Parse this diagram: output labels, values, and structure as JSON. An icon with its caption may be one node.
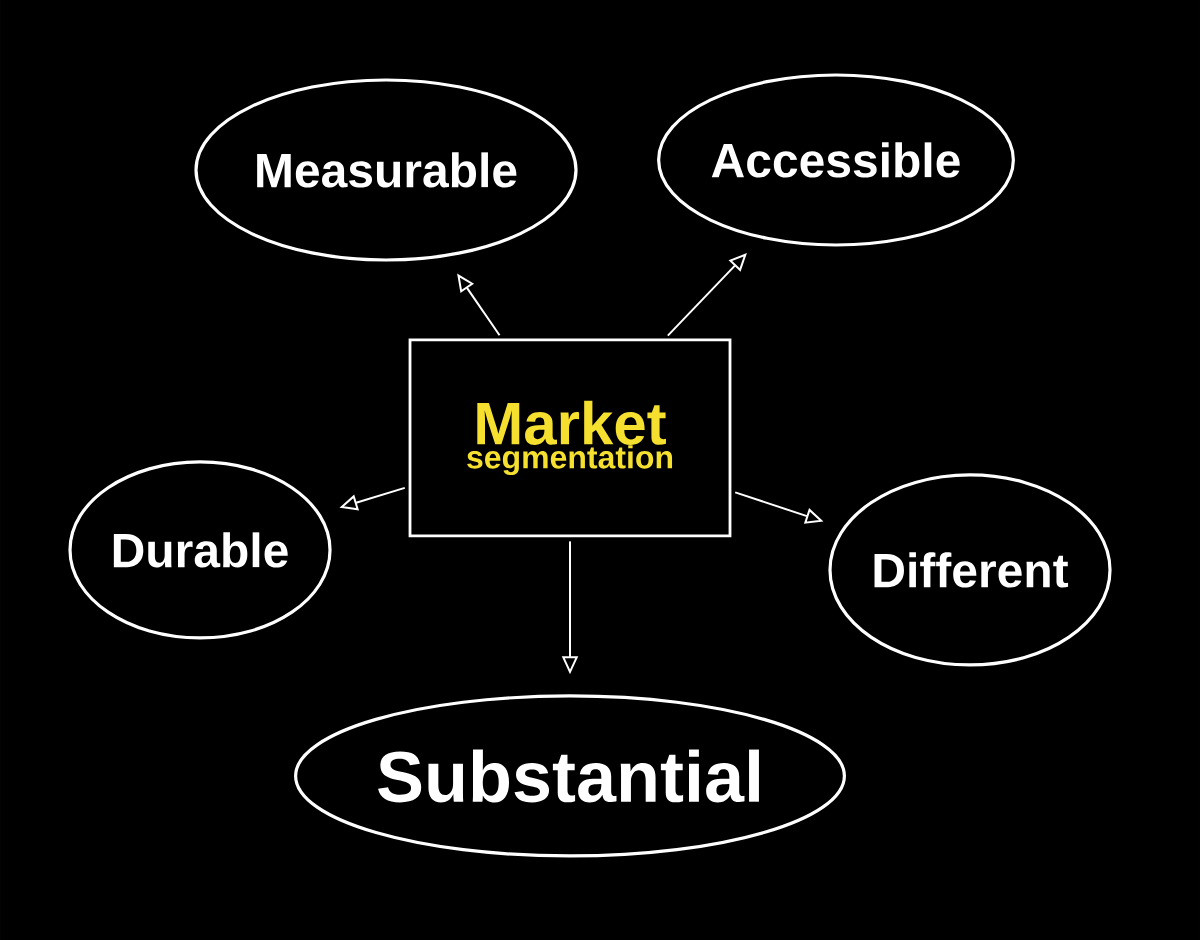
{
  "diagram": {
    "nodes": [
      {
        "text": [
          "Market",
          "segmentation"
        ]
      },
      {
        "text": [
          "Measurable"
        ]
      },
      {
        "text": [
          "Accessible"
        ]
      },
      {
        "text": [
          "Durable"
        ]
      },
      {
        "text": [
          "Different"
        ]
      },
      {
        "text": [
          "Substantial"
        ]
      }
    ],
    "edges": [
      {
        "from": 0,
        "to": 1,
        "arrow": "to"
      },
      {
        "from": 0,
        "to": 2,
        "arrow": "to"
      },
      {
        "from": 0,
        "to": 3,
        "arrow": "to"
      },
      {
        "from": 0,
        "to": 4,
        "arrow": "to"
      },
      {
        "from": 0,
        "to": 5,
        "arrow": "to"
      }
    ]
  }
}
